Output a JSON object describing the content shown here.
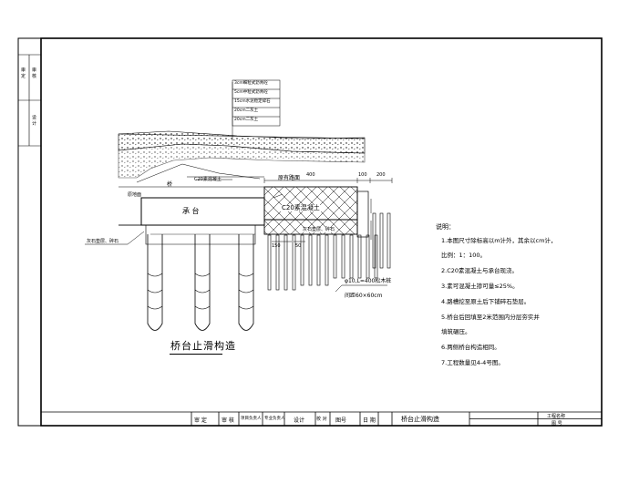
{
  "drawing": {
    "title": "桥台止滑构造",
    "labels": {
      "abutment": "承 台",
      "bridge": "桥",
      "concrete_block": "C20素混凝土",
      "pile_spec": "φ10,L=400松木桩",
      "pile_spacing": "间距60×60cm",
      "bottom_left": "灰石垫层、碎石",
      "bottom_right": "灰石垫层、碎石",
      "side_left": "原地面",
      "top_dim_1": "400",
      "top_dim_2": "100",
      "top_dim_3": "200",
      "dim_a": "150",
      "dim_b": "50",
      "pavement_label": "C20素混凝土",
      "layer_label": "原有路面"
    },
    "pavement_layers": [
      "3cm细粒式沥青砼",
      "5cm中粒式沥青砼",
      "15cm水泥稳定碎石",
      "20cm二灰土",
      "20cm二灰土"
    ]
  },
  "notes": {
    "heading": "说明：",
    "items": [
      "1.本图尺寸除标高以m计外，其余以cm计，",
      "  比例：1：100。",
      "2.C20素混凝土与承台现浇。",
      "3.素可混凝土掺可量≤25%。",
      "4.路槽挖至原土后下铺碎石垫层。",
      "5.桥台后回填至2米范围内分层夯实并",
      "  填筑碾压。",
      "6.两侧桥台构造相同。",
      "7.工程数量见4-4号图。"
    ]
  },
  "title_block": {
    "cells": [
      "审 定",
      "审 核",
      "项目负责人",
      "专业负责人",
      "设计",
      "校 对",
      "图号"
    ],
    "drawing_name": "桥台止滑构造",
    "right_top": "工程名称",
    "right_bottom": "图 号",
    "date_label": "日 期"
  },
  "left_strip": [
    "审 定",
    "审 核",
    "设 计"
  ]
}
